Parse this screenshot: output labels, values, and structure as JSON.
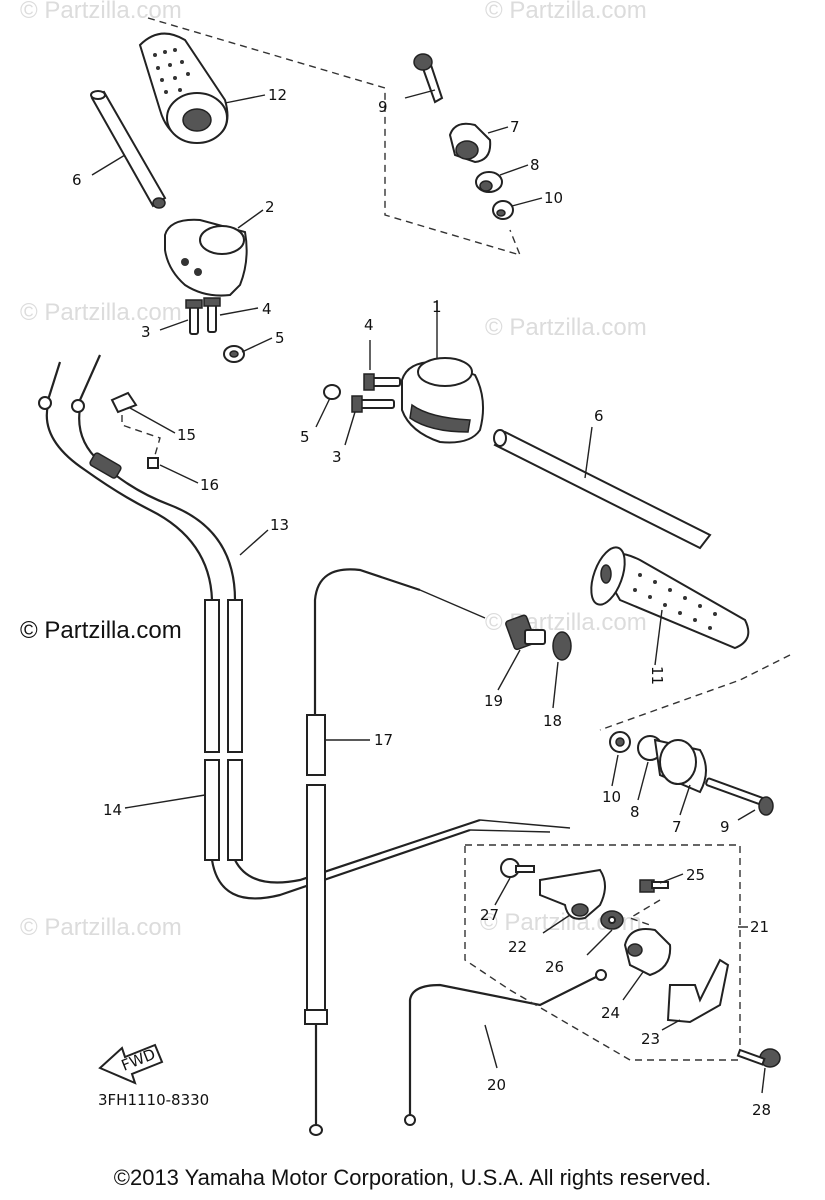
{
  "watermark": "© Partzilla.com",
  "watermark_main": "© Partzilla.com",
  "diagram_code": "3FH1110-8330",
  "fwd_label": "FWD",
  "copyright": "©2013 Yamaha Motor Corporation, U.S.A. All rights reserved.",
  "callouts": [
    "12",
    "9",
    "7",
    "8",
    "10",
    "6",
    "2",
    "4",
    "3",
    "5",
    "1",
    "4",
    "5",
    "3",
    "6",
    "15",
    "16",
    "13",
    "11",
    "19",
    "18",
    "17",
    "14",
    "10",
    "8",
    "7",
    "9",
    "25",
    "21",
    "27",
    "22",
    "26",
    "24",
    "23",
    "20",
    "28"
  ]
}
